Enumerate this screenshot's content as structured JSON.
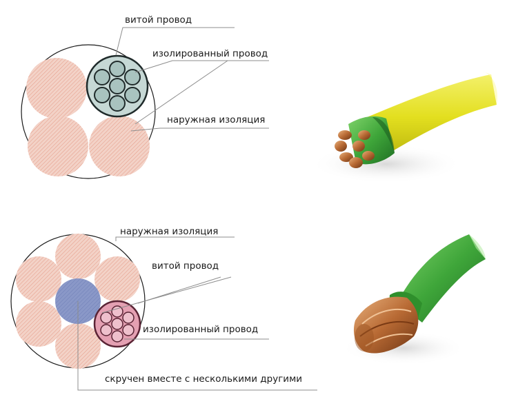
{
  "top_diagram": {
    "labels": {
      "stranded_wire": "витой провод",
      "insulated_wire": "изолированный провод",
      "outer_insulation": "наружная изоляция"
    }
  },
  "bottom_diagram": {
    "labels": {
      "outer_insulation": "наружная изоляция",
      "stranded_wire": "витой провод",
      "insulated_wire": "изолированный провод",
      "twisted_together": "скручен вместе  с несколькими другими"
    }
  },
  "colors": {
    "strand_fill": "#f3d2c7",
    "strand_hatch": "#e49a86",
    "insulated_core_fill": "#c6d8d5",
    "insulated_core_stroke": "#1f2a2a",
    "center_core_fill": "#8a98c8",
    "pink_bundle_fill": "#e4a0b2",
    "pink_bundle_stroke": "#5a2435",
    "cable_yellow": "#e4e021",
    "cable_green": "#3fa63a",
    "copper": "#b86a34"
  },
  "icons": {
    "top_photo": "yellow-green-cable-icon",
    "bottom_photo": "green-cable-icon"
  }
}
